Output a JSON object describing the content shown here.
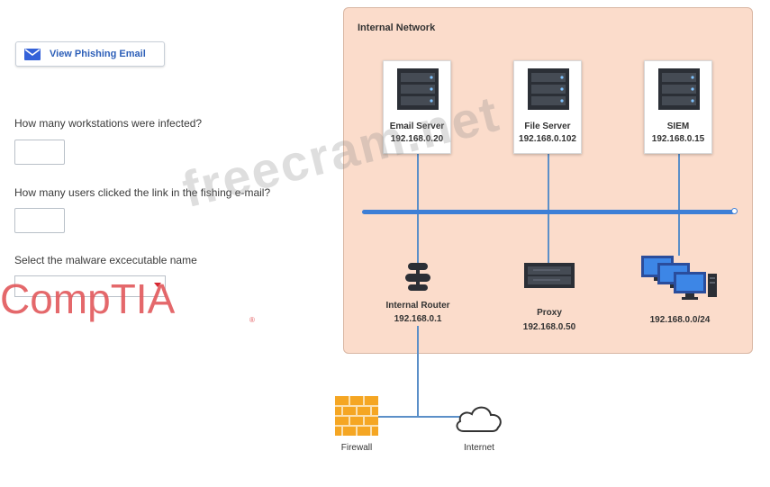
{
  "left_panel": {
    "email_button_label": "View Phishing Email",
    "q1": "How many workstations were infected?",
    "q1_value": "",
    "q2": "How many users clicked the link in the fishing e-mail?",
    "q2_value": "",
    "q3": "Select the malware excecutable name",
    "q3_value": ""
  },
  "logo": {
    "text": "CompTIA",
    "reg": "®",
    "color": "#e2585b"
  },
  "watermark": "freecram.net",
  "network": {
    "title": "Internal Network",
    "zone_color": "#fbdccb",
    "bus_color": "#3d7fd6",
    "servers": [
      {
        "name": "Email Server",
        "ip": "192.168.0.20",
        "icon": "server-rack-icon"
      },
      {
        "name": "File Server",
        "ip": "192.168.0.102",
        "icon": "server-rack-icon"
      },
      {
        "name": "SIEM",
        "ip": "192.168.0.15",
        "icon": "server-rack-icon"
      }
    ],
    "router": {
      "name": "Internal Router",
      "ip": "192.168.0.1",
      "icon": "router-icon"
    },
    "proxy": {
      "name": "Proxy",
      "ip": "192.168.0.50",
      "icon": "proxy-appliance-icon"
    },
    "workstations": {
      "ip": "192.168.0.0/24",
      "icon": "workstations-icon"
    }
  },
  "external": {
    "firewall": {
      "name": "Firewall",
      "icon": "firewall-icon",
      "color": "#f5a623"
    },
    "internet": {
      "name": "Internet",
      "icon": "cloud-icon"
    }
  }
}
